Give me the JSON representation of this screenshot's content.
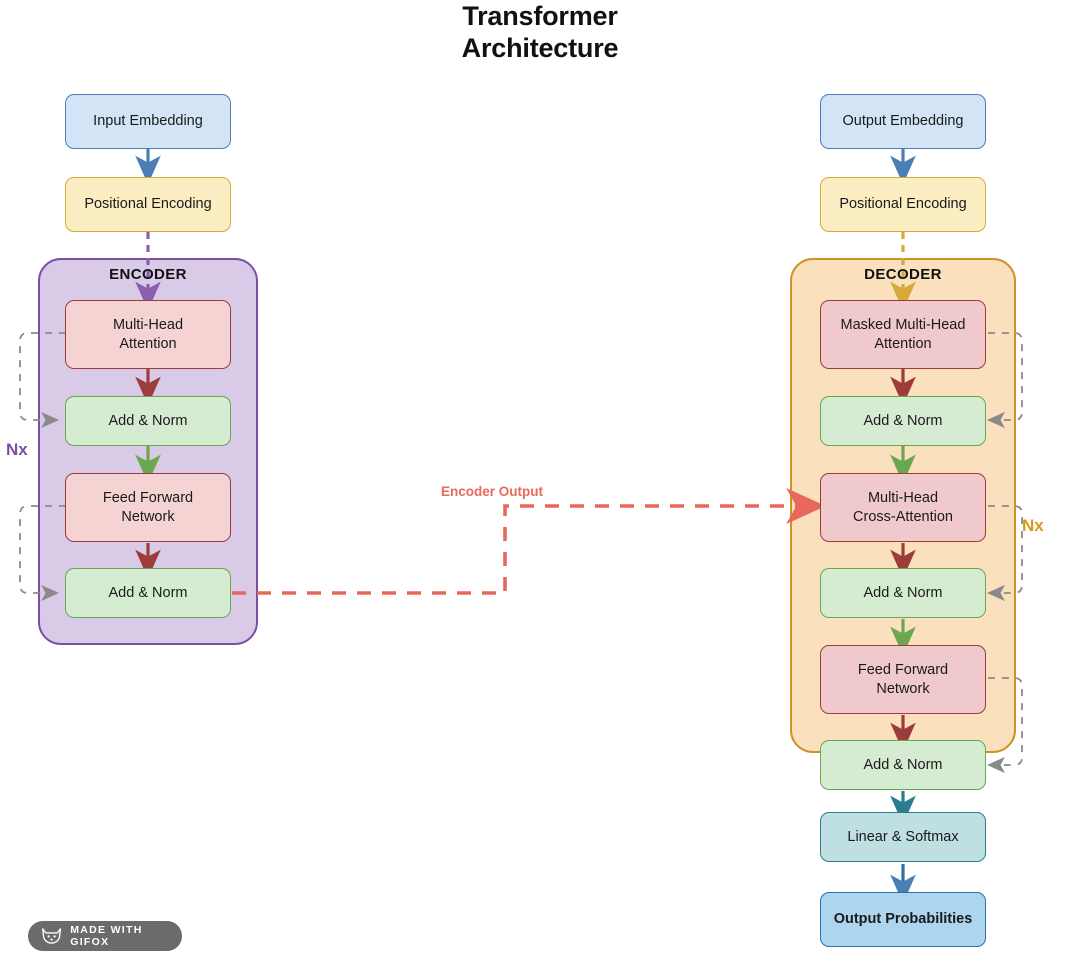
{
  "title": {
    "line1": "Transformer",
    "line2": "Architecture"
  },
  "colors": {
    "embedding_fill": "#d4e4f7",
    "embedding_border": "#4a7fb5",
    "positional_fill": "#fbeec2",
    "positional_border": "#d6a93c",
    "attention_fill": "#f5d3d3",
    "attention_border": "#9e3b3b",
    "addnorm_fill": "#d6ecd2",
    "addnorm_border": "#6aa84f",
    "encoder_fill": "#d9cbe8",
    "encoder_border": "#7a4fa3",
    "decoder_fill": "#fae0bd",
    "decoder_border": "#cf9124",
    "linear_fill": "#bfe0e2",
    "linear_border": "#2a7d8c",
    "output_fill": "#add5ef",
    "output_border": "#2a72a8",
    "encoder_output_line": "#e8685c",
    "residual_line": "#8a8a8a",
    "encoder_nx_text": "#7a4fa3",
    "decoder_nx_text": "#d89a16",
    "arrow_blue": "#4a7fb5",
    "arrow_purple": "#8a5fb0",
    "arrow_gold": "#d6a93c",
    "arrow_darkred": "#9e3b3b",
    "arrow_green": "#6aa84f",
    "arrow_teal": "#2a7d8c"
  },
  "encoder_column": {
    "container_label": "ENCODER",
    "nx_label": "Nx",
    "boxes": [
      {
        "id": "input-embedding",
        "label": "Input Embedding",
        "type": "embedding"
      },
      {
        "id": "positional-encoding",
        "label": "Positional Encoding",
        "type": "positional"
      },
      {
        "id": "multi-head-attention",
        "label": "Multi-Head\nAttention",
        "type": "attention"
      },
      {
        "id": "add-norm-1",
        "label": "Add & Norm",
        "type": "addnorm"
      },
      {
        "id": "feed-forward-network",
        "label": "Feed Forward\nNetwork",
        "type": "attention"
      },
      {
        "id": "add-norm-2",
        "label": "Add & Norm",
        "type": "addnorm"
      }
    ]
  },
  "decoder_column": {
    "container_label": "DECODER",
    "nx_label": "Nx",
    "boxes": [
      {
        "id": "output-embedding",
        "label": "Output Embedding",
        "type": "embedding"
      },
      {
        "id": "positional-encoding-dec",
        "label": "Positional Encoding",
        "type": "positional"
      },
      {
        "id": "masked-multi-head-attention",
        "label": "Masked Multi-Head\nAttention",
        "type": "attention"
      },
      {
        "id": "add-norm-3",
        "label": "Add & Norm",
        "type": "addnorm"
      },
      {
        "id": "multi-head-cross-attention",
        "label": "Multi-Head\nCross-Attention",
        "type": "attention"
      },
      {
        "id": "add-norm-4",
        "label": "Add & Norm",
        "type": "addnorm"
      },
      {
        "id": "feed-forward-network-dec",
        "label": "Feed Forward\nNetwork",
        "type": "attention"
      },
      {
        "id": "add-norm-5",
        "label": "Add & Norm",
        "type": "addnorm"
      },
      {
        "id": "linear-softmax",
        "label": "Linear & Softmax",
        "type": "linear"
      },
      {
        "id": "output-probabilities",
        "label": "Output Probabilities",
        "type": "output"
      }
    ]
  },
  "connections": {
    "encoder_output_label": "Encoder Output"
  },
  "watermark": {
    "text": "MADE WITH GIFOX",
    "icon": "fox-head-icon"
  }
}
